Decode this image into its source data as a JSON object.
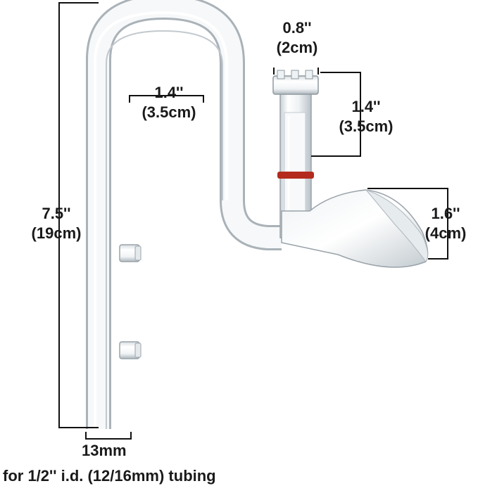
{
  "labels": {
    "height": {
      "main": "7.5''",
      "metric": "(19cm)"
    },
    "inner_width": {
      "main": "1.4''",
      "metric": "(3.5cm)"
    },
    "cap_width": {
      "main": "0.8''",
      "metric": "(2cm)"
    },
    "tube_length": {
      "main": "1.4''",
      "metric": "(3.5cm)"
    },
    "skimmer_height": {
      "main": "1.6''",
      "metric": "(4cm)"
    },
    "diameter": "13mm",
    "footnote": "for 1/2'' i.d. (12/16mm) tubing"
  },
  "colors": {
    "dimension_line": "#111111",
    "glass_edge": "#9aa3aa",
    "glass_fill": "#f3f6f8",
    "o_ring": "#b42a1c"
  }
}
